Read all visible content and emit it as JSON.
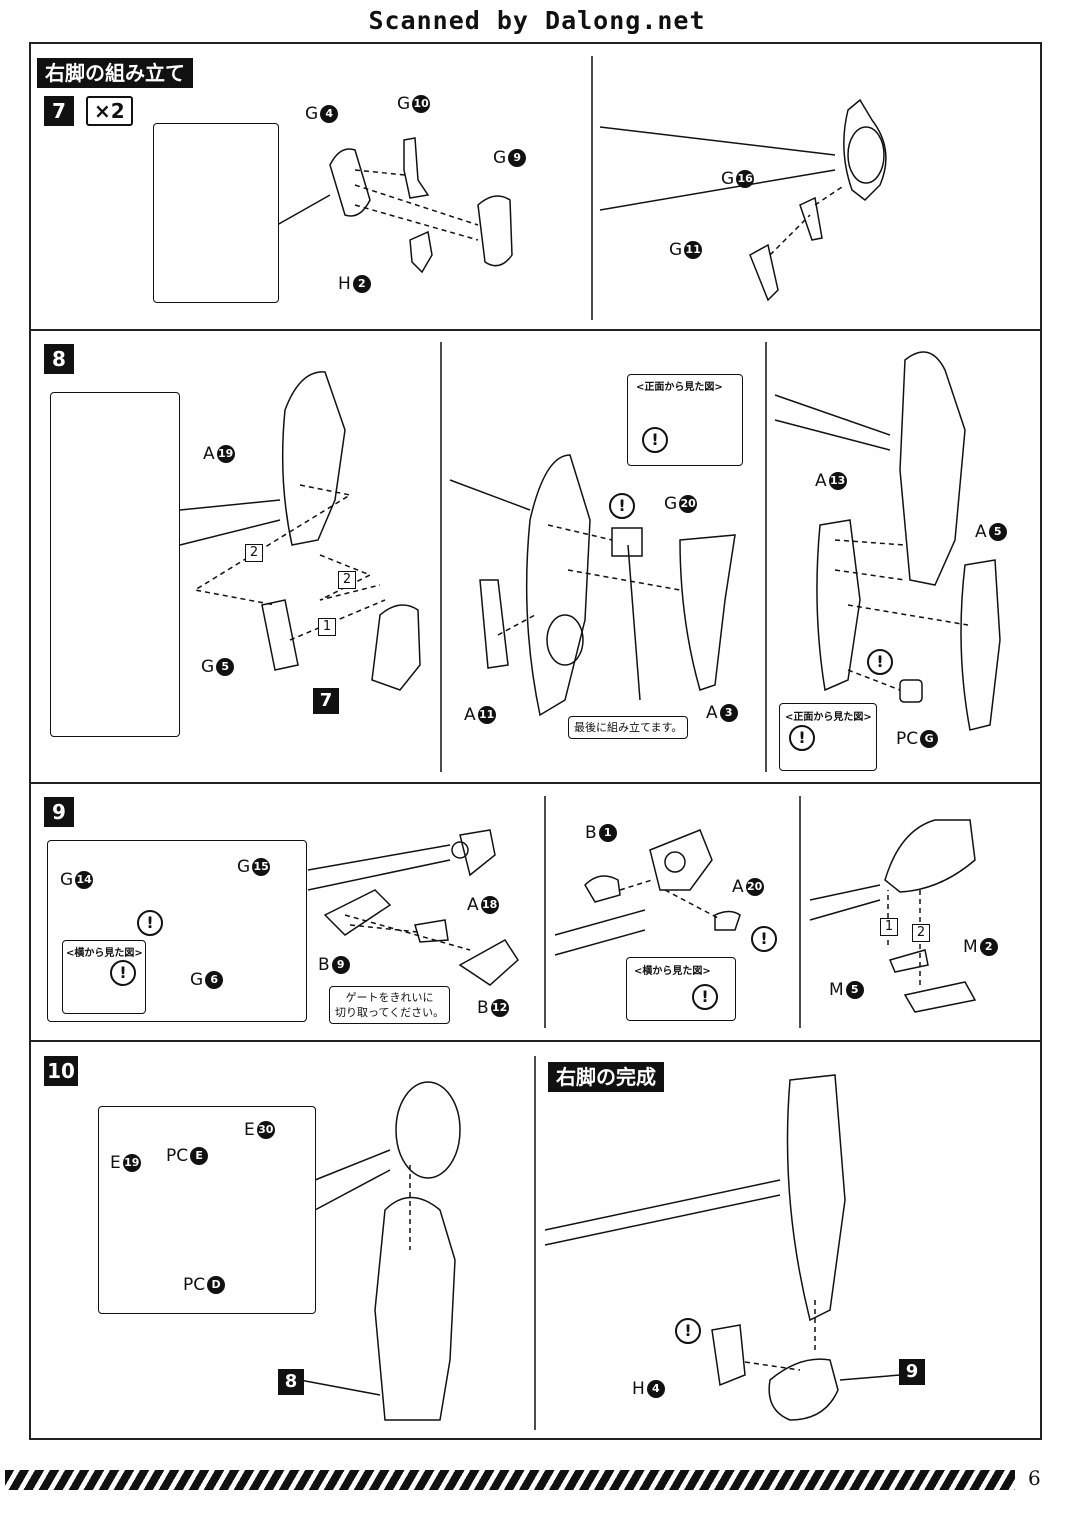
{
  "scan_credit": "Scanned by Dalong.net",
  "section_right_leg_assembly": "右脚の組み立て",
  "section_right_leg_complete": "右脚の完成",
  "steps": {
    "s7": "7",
    "s8": "8",
    "s9": "9",
    "s10": "10"
  },
  "step7": {
    "multiplier": "×2",
    "parts": [
      {
        "letter": "G",
        "num": "4"
      },
      {
        "letter": "G",
        "num": "10"
      },
      {
        "letter": "G",
        "num": "9"
      },
      {
        "letter": "H",
        "num": "2"
      },
      {
        "letter": "G",
        "num": "16"
      },
      {
        "letter": "G",
        "num": "11"
      }
    ]
  },
  "step8": {
    "front_view": "<正面から見た図>",
    "front_view_2": "<正面から見た図>",
    "assemble_last": "最後に組み立てます。",
    "ref_step": "7",
    "order1": "1",
    "order2a": "2",
    "order2b": "2",
    "parts": [
      {
        "letter": "A",
        "num": "19"
      },
      {
        "letter": "G",
        "num": "5"
      },
      {
        "letter": "G",
        "num": "20"
      },
      {
        "letter": "A",
        "num": "11"
      },
      {
        "letter": "A",
        "num": "3"
      },
      {
        "letter": "A",
        "num": "13"
      },
      {
        "letter": "A",
        "num": "5"
      },
      {
        "letter": "PC",
        "num": "G"
      }
    ]
  },
  "step9": {
    "side_view": "<横から見た図>",
    "side_view_2": "<横から見た図>",
    "gate_note_1": "ゲートをきれいに",
    "gate_note_2": "切り取ってください。",
    "order1": "1",
    "order2": "2",
    "parts": [
      {
        "letter": "G",
        "num": "14"
      },
      {
        "letter": "G",
        "num": "15"
      },
      {
        "letter": "G",
        "num": "6"
      },
      {
        "letter": "A",
        "num": "18"
      },
      {
        "letter": "B",
        "num": "9"
      },
      {
        "letter": "B",
        "num": "12"
      },
      {
        "letter": "B",
        "num": "1"
      },
      {
        "letter": "A",
        "num": "20"
      },
      {
        "letter": "M",
        "num": "2"
      },
      {
        "letter": "M",
        "num": "5"
      }
    ]
  },
  "step10": {
    "ref_step_8": "8",
    "ref_step_9": "9",
    "parts": [
      {
        "letter": "E",
        "num": "30"
      },
      {
        "letter": "E",
        "num": "19"
      },
      {
        "letter": "PC",
        "num": "E"
      },
      {
        "letter": "PC",
        "num": "D"
      },
      {
        "letter": "H",
        "num": "4"
      }
    ]
  },
  "page_number": "6"
}
